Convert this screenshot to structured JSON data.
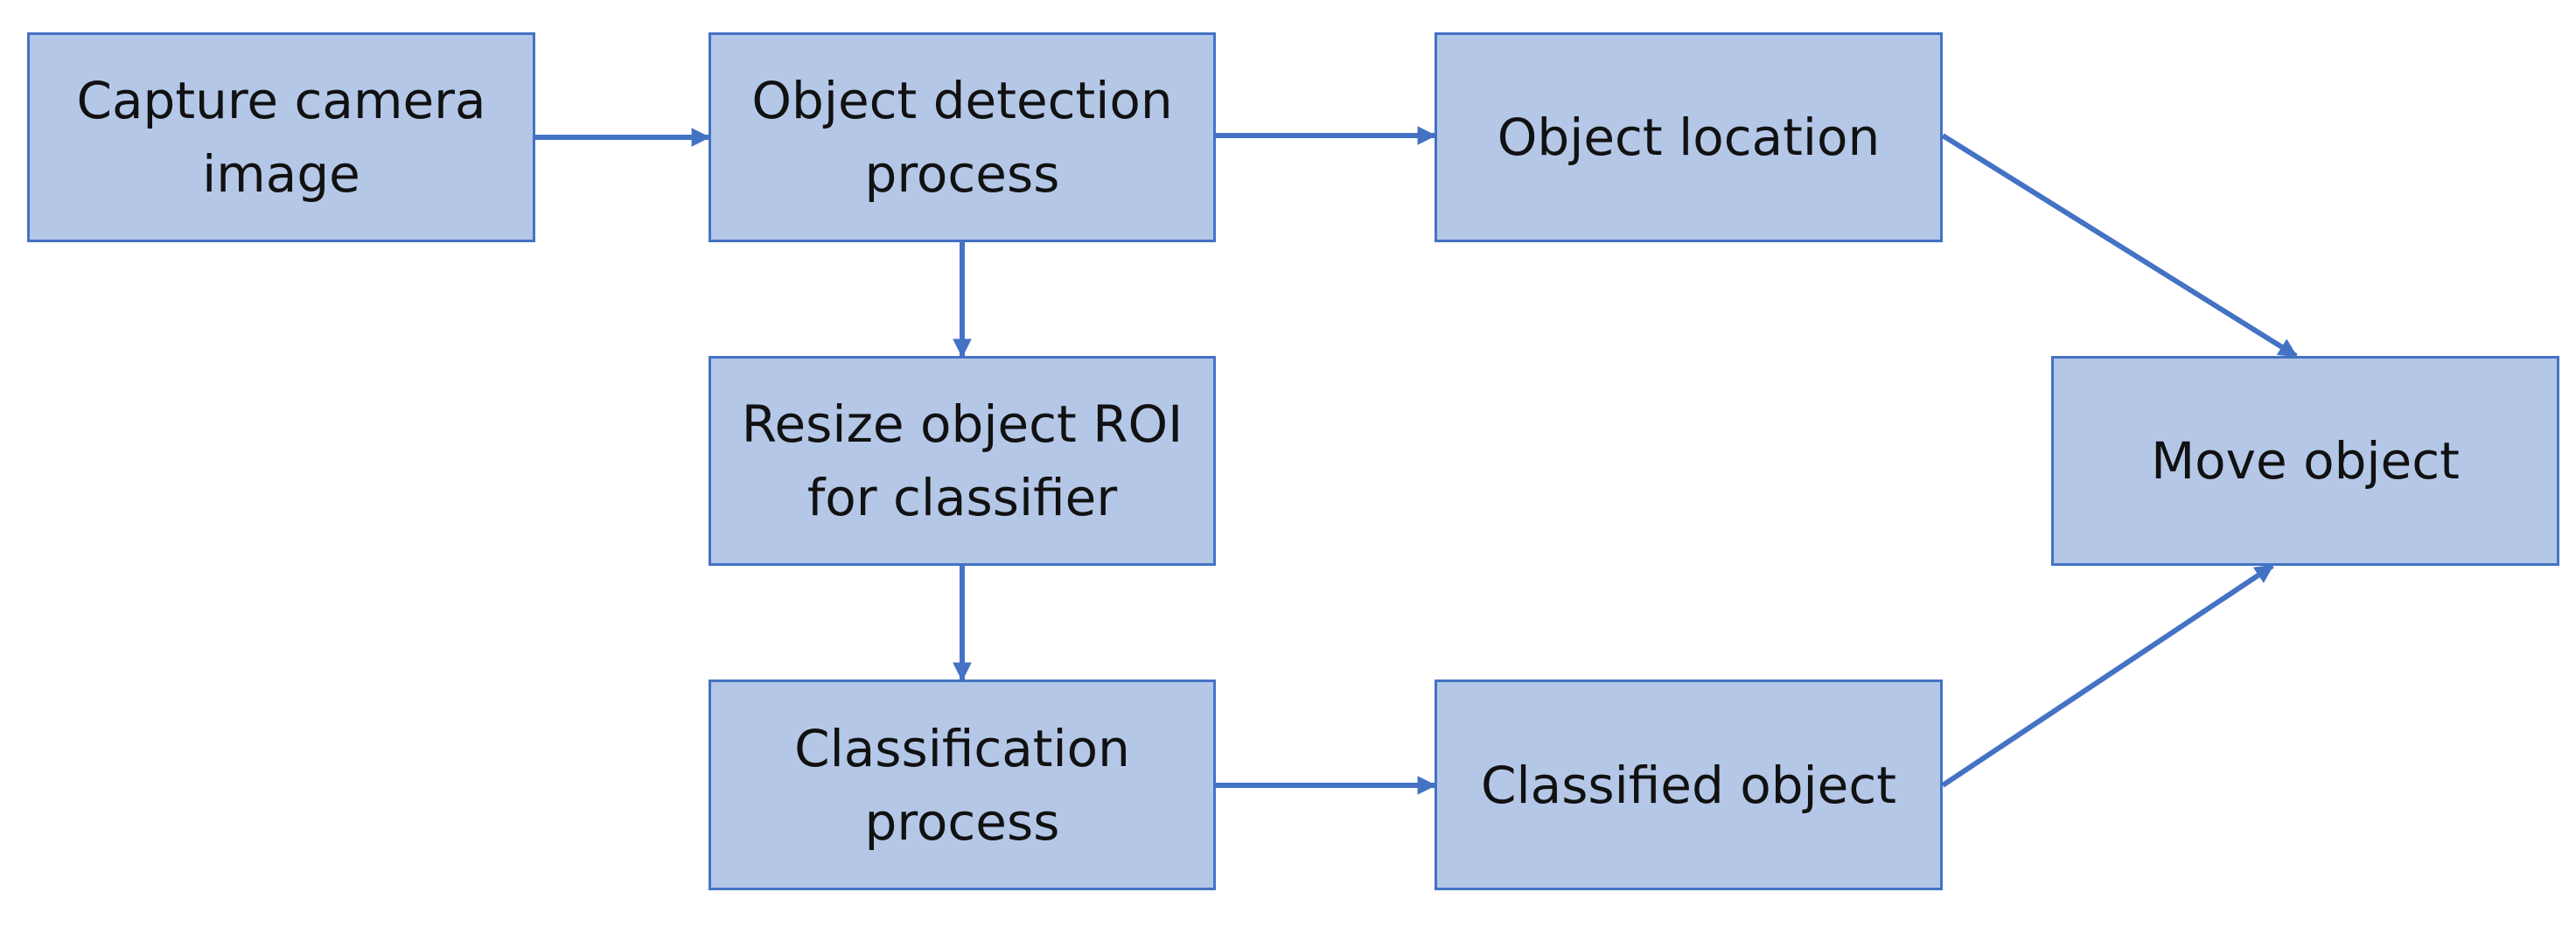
{
  "colors": {
    "box_fill": "#b4c7e7",
    "box_border": "#4472c4",
    "arrow": "#4472c4",
    "text": "#111111"
  },
  "nodes": {
    "capture": {
      "label": "Capture camera\nimage"
    },
    "detect": {
      "label": "Object detection\nprocess"
    },
    "location": {
      "label": "Object location"
    },
    "resize": {
      "label": "Resize object ROI\nfor classifier"
    },
    "move": {
      "label": "Move object"
    },
    "classification": {
      "label": "Classification\nprocess"
    },
    "classified": {
      "label": "Classified object"
    }
  },
  "edges": [
    {
      "from": "capture",
      "to": "detect"
    },
    {
      "from": "detect",
      "to": "location"
    },
    {
      "from": "detect",
      "to": "resize"
    },
    {
      "from": "resize",
      "to": "classification"
    },
    {
      "from": "classification",
      "to": "classified"
    },
    {
      "from": "location",
      "to": "move"
    },
    {
      "from": "classified",
      "to": "move"
    }
  ]
}
